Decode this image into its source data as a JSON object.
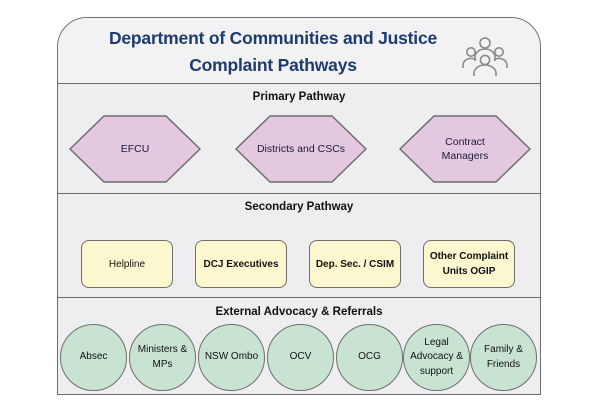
{
  "header": {
    "title_line1": "Department of Communities and Justice",
    "title_line2": "Complaint Pathways",
    "icon": "people-group-icon"
  },
  "primary": {
    "title": "Primary Pathway",
    "items": [
      "EFCU",
      "Districts and CSCs",
      "Contract\nManagers"
    ]
  },
  "secondary": {
    "title": "Secondary Pathway",
    "items": [
      "Helpline",
      "DCJ Executives",
      "Dep. Sec. / CSIM",
      "Other Complaint\nUnits OGIP"
    ]
  },
  "external": {
    "title": "External Advocacy & Referrals",
    "items": [
      "Absec",
      "Ministers &\nMPs",
      "NSW Ombo",
      "OCV",
      "OCG",
      "Legal\nAdvocacy &\nsupport",
      "Family &\nFriends"
    ]
  },
  "colors": {
    "title": "#1f3b6e",
    "diamond_fill": "#e4c8e0",
    "rect_fill": "#fbf7cf",
    "circle_fill": "#c9e3d3",
    "border": "#6e6e6e"
  }
}
